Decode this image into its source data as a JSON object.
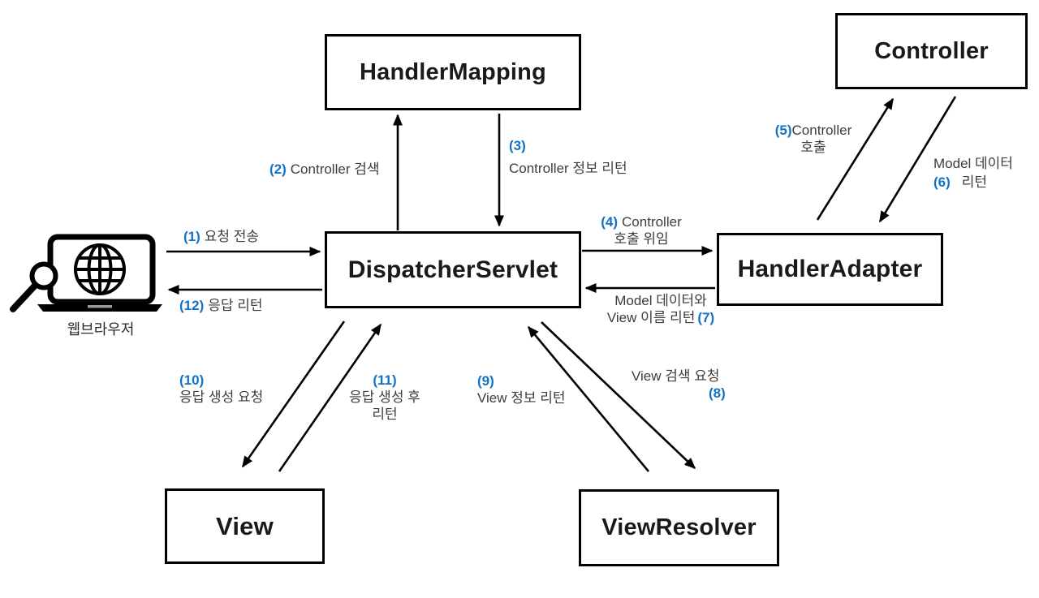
{
  "diagram": {
    "background": "#ffffff",
    "accent_blue": "#1272C6",
    "line_color": "#000000",
    "nodes": {
      "handler_mapping": "HandlerMapping",
      "controller": "Controller",
      "dispatcher_servlet": "DispatcherServlet",
      "handler_adapter": "HandlerAdapter",
      "view": "View",
      "view_resolver": "ViewResolver"
    },
    "browser": {
      "label": "웹브라우저",
      "icon": "laptop-globe-magnifier-icon"
    },
    "steps": {
      "s1": {
        "num": "(1)",
        "text": "요청 전송"
      },
      "s2": {
        "num": "(2)",
        "text": "Controller 검색"
      },
      "s3": {
        "num": "(3)",
        "text": "Controller 정보 리턴"
      },
      "s4": {
        "num": "(4)",
        "text": "Controller",
        "text2": "호출 위임"
      },
      "s5": {
        "num": "(5)",
        "text": "Controller",
        "text2": "호출"
      },
      "s6": {
        "num": "(6)",
        "text": "Model 데이터",
        "text2": "리턴"
      },
      "s7": {
        "num": "(7)",
        "text": "Model 데이터와",
        "text2": "View 이름 리턴"
      },
      "s8": {
        "num": "(8)",
        "text": "View 검색 요청"
      },
      "s9": {
        "num": "(9)",
        "text": "View 정보 리턴"
      },
      "s10": {
        "num": "(10)",
        "text": "응답 생성 요청"
      },
      "s11": {
        "num": "(11)",
        "text": "응답 생성 후",
        "text2": "리턴"
      },
      "s12": {
        "num": "(12)",
        "text": "응답 리턴"
      }
    }
  }
}
